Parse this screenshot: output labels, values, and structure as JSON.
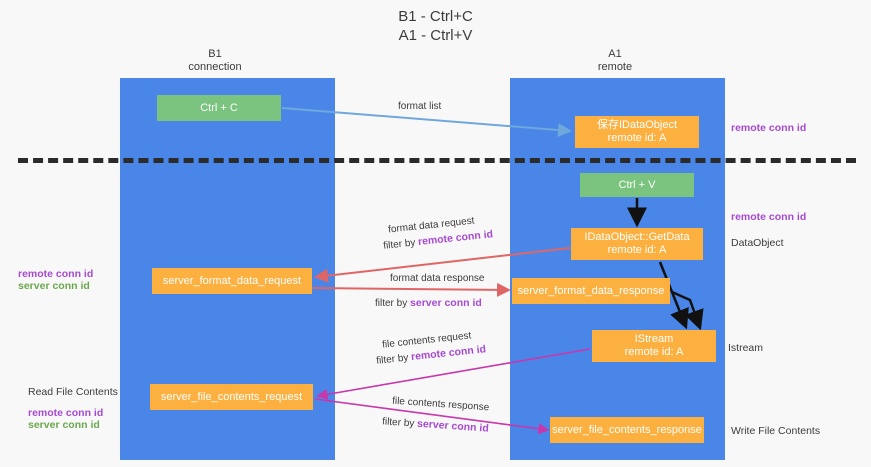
{
  "title": "B1 - Ctrl+C\nA1 - Ctrl+V",
  "columns": {
    "left": "B1\nconnection",
    "right": "A1\nremote"
  },
  "colors": {
    "lane": "#4a86e8",
    "node_green": "#7ac47f",
    "node_orange": "#fbb040",
    "remote_conn_id": "#a64ad1",
    "server_conn_id": "#6aa84f",
    "arrow_blue": "#6fa8dc",
    "arrow_red": "#e06666",
    "arrow_magenta": "#c837ab",
    "arrow_black": "#000000",
    "separator": "#2b2b2b"
  },
  "nodes": {
    "ctrl_c": "Ctrl + C",
    "save_dataobject": "保存IDataObject\nremote id: A",
    "ctrl_v": "Ctrl + V",
    "getdata": "IDataObject::GetData\nremote id: A",
    "server_format_data_request": "server_format_data_request",
    "server_format_data_response": "server_format_data_response",
    "istream": "IStream\nremote id: A",
    "server_file_contents_request": "server_file_contents_request",
    "server_file_contents_response": "server_file_contents_response"
  },
  "edges": {
    "format_list": "format list",
    "format_data_request": "format data request",
    "format_data_request_filter_prefix": "filter by ",
    "format_data_request_filter_key": "remote conn id",
    "format_data_response": "format data response",
    "format_data_response_filter_prefix": "filter by ",
    "format_data_response_filter_key": "server conn id",
    "file_contents_request": "file contents request",
    "file_contents_request_filter_prefix": "filter by ",
    "file_contents_request_filter_key": "remote conn id",
    "file_contents_response": "file contents response",
    "file_contents_response_filter_prefix": "filter by ",
    "file_contents_response_filter_key": "server conn id"
  },
  "side_labels": {
    "right_remote_conn_id_top": "remote conn id",
    "right_remote_conn_id_mid": "remote conn id",
    "dataobject": "DataObject",
    "istream": "Istream",
    "write_file_contents": "Write File Contents",
    "left_remote_conn_id": "remote conn id",
    "left_server_conn_id": "server conn id",
    "read_file_contents": "Read File Contents",
    "left_remote_conn_id_2": "remote conn id",
    "left_server_conn_id_2": "server conn id"
  }
}
